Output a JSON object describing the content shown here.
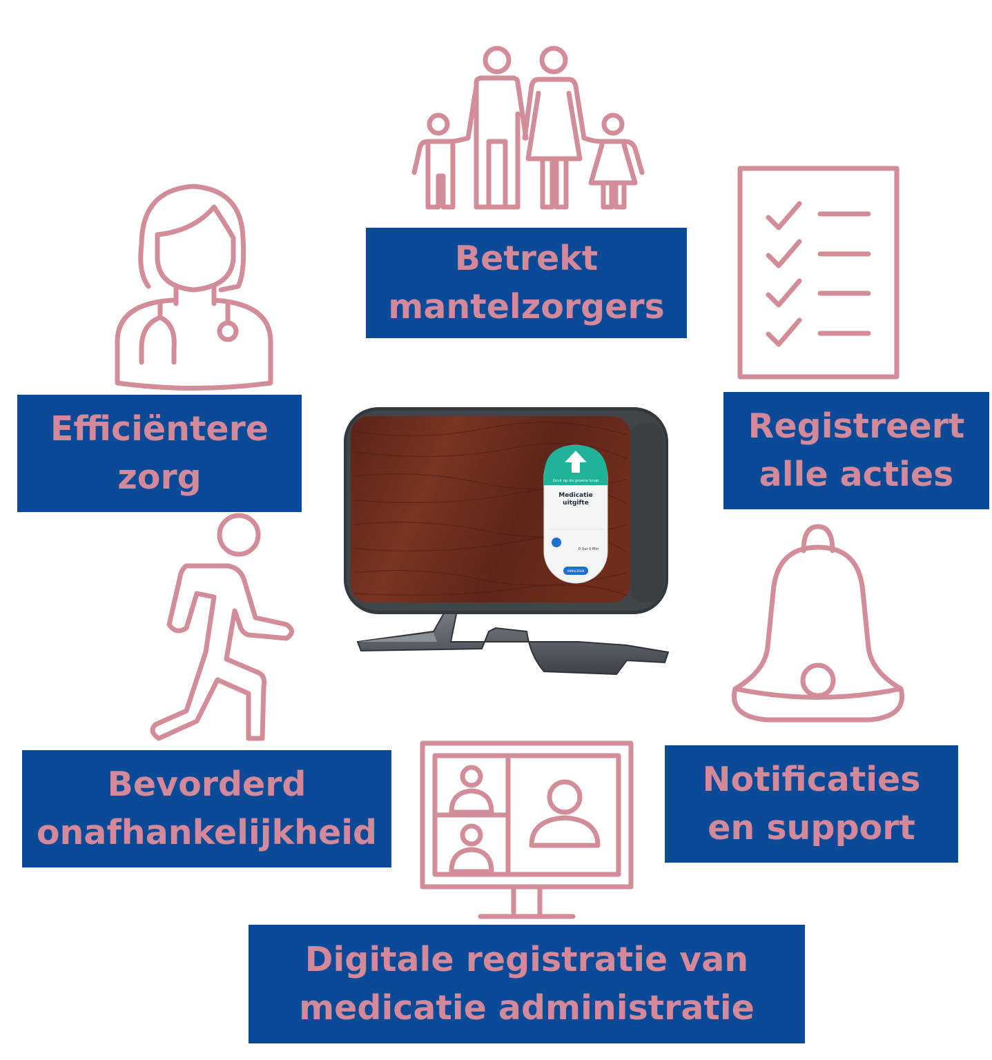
{
  "labels": {
    "betrekt": {
      "line1": "Betrekt",
      "line2": "mantelzorgers"
    },
    "efficient": {
      "line1": "Efficiëntere",
      "line2": "zorg"
    },
    "registreert": {
      "line1": "Registreert",
      "line2": "alle acties"
    },
    "bevorderd": {
      "line1": "Bevorderd",
      "line2": "onafhankelijkheid"
    },
    "notificaties": {
      "line1": "Notificaties",
      "line2": "en support"
    },
    "digitale": {
      "line1": "Digitale registratie van",
      "line2": "medicatie administratie"
    }
  },
  "device_screen": {
    "prompt": "Druk op de groene knop",
    "title_line1": "Medicatie",
    "title_line2": "uitgifte",
    "timer": "0 Uur 0 Min",
    "cancel": "ANNULEREN"
  },
  "colors": {
    "label_bg": "#0a4a96",
    "label_text": "#d4899a",
    "icon_stroke": "#d38d99",
    "wood": "#6b2a1c",
    "screen_accent": "#1fb39a"
  },
  "icons": [
    "family-icon",
    "nurse-icon",
    "checklist-icon",
    "walking-person-icon",
    "bell-icon",
    "video-call-monitor-icon"
  ]
}
